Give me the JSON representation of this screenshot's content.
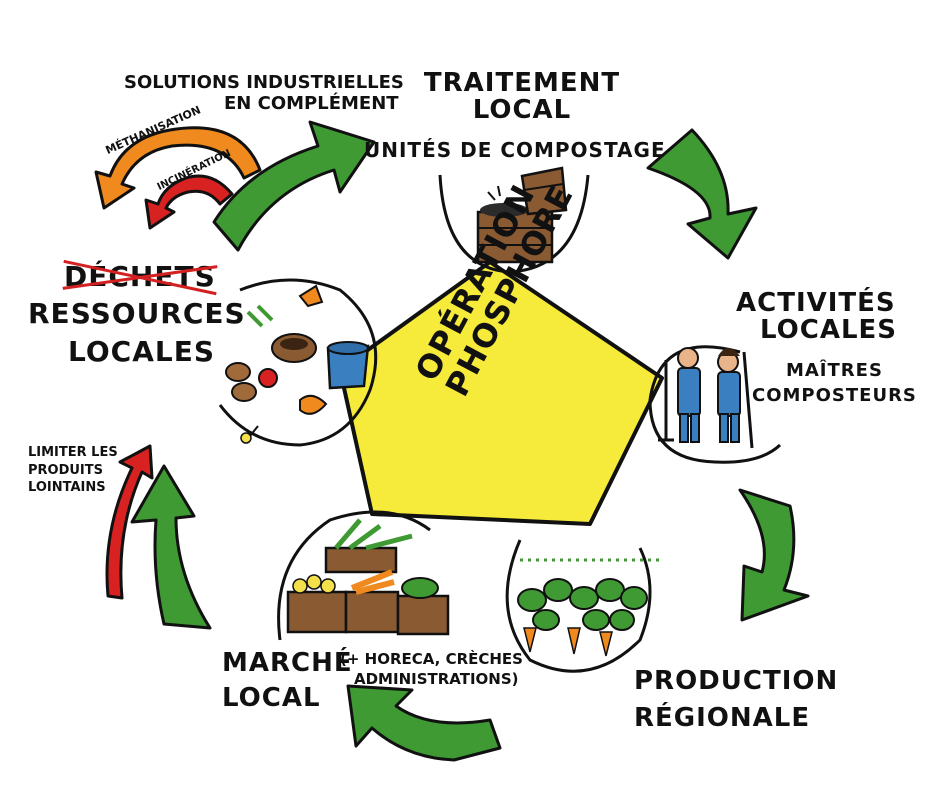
{
  "center": {
    "line1": "OPÉRATION",
    "line2": "PHOSPHORE"
  },
  "nodes": {
    "traitement": {
      "title_l1": "TRAITEMENT",
      "title_l2": "LOCAL",
      "subtitle": "UNITÉS DE COMPOSTAGE"
    },
    "activites": {
      "title_l1": "ACTIVITÉS",
      "title_l2": "LOCALES",
      "subtitle_l1": "MAÎTRES",
      "subtitle_l2": "COMPOSTEURS"
    },
    "production": {
      "line1": "PRODUCTION",
      "line2": "RÉGIONALE"
    },
    "marche": {
      "title_l1": "MARCHÉ",
      "title_l2": "LOCAL",
      "paren_l1": "(+ HORECA, CRÈCHES",
      "paren_l2": "ADMINISTRATIONS)"
    },
    "ressources": {
      "struck": "DÉCHETS",
      "line1": "RESSOURCES",
      "line2": "LOCALES"
    }
  },
  "solutions": {
    "title_l1": "SOLUTIONS INDUSTRIELLES",
    "title_l2": "EN COMPLÉMENT",
    "orange_arrow": "MÉTHANISATION",
    "red_arrow": "INCINÉRATION"
  },
  "limiter": {
    "l1": "LIMITER LES",
    "l2": "PRODUITS",
    "l3": "LOINTAINS"
  },
  "colors": {
    "center_fill": "#f6ea3a",
    "cycle_arrow": "#3f9a34",
    "orange_arrow": "#f08a1e",
    "red_arrow": "#d82222",
    "outline": "#111111"
  }
}
